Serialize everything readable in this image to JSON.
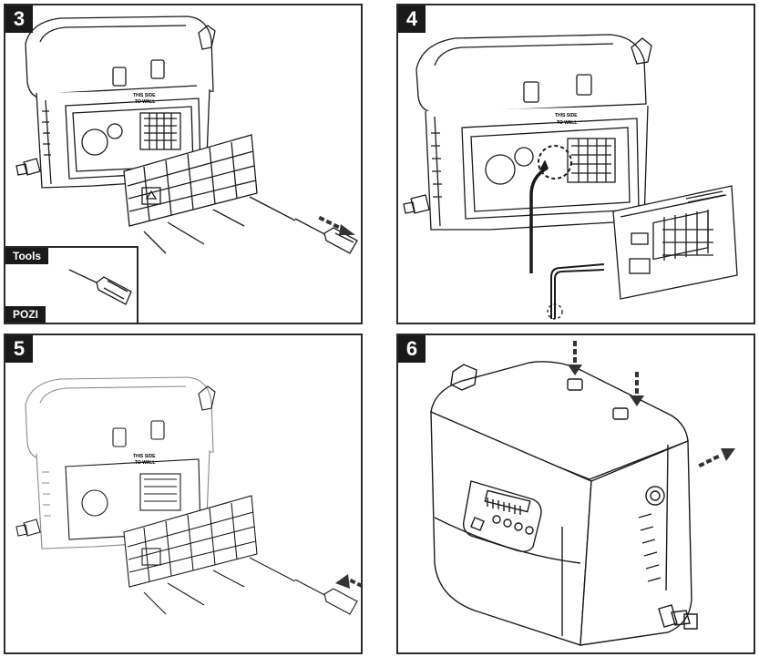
{
  "panels": [
    {
      "step": "3",
      "unit_label_1": "THIS SIDE",
      "unit_label_2": "TO WALL"
    },
    {
      "step": "4",
      "unit_label_1": "THIS SIDE",
      "unit_label_2": "TO WALL"
    },
    {
      "step": "5",
      "unit_label_1": "THIS SIDE",
      "unit_label_2": "TO WALL"
    },
    {
      "step": "6"
    }
  ],
  "tools": {
    "title": "Tools",
    "screwdriver": "POZI"
  },
  "colors": {
    "line": "#1a1a1a",
    "arrow": "#333333",
    "badge": "#1a1a1a"
  }
}
